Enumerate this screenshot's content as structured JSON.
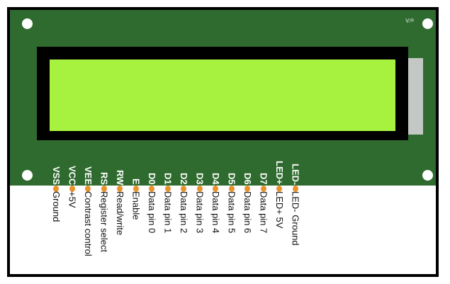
{
  "colors": {
    "pcb_green": "#2f6b2f",
    "lcd_bezel": "#000000",
    "lcd_screen": "#a6f23f",
    "pin_dot": "#e9922b"
  },
  "board_label": "e/A",
  "pins": [
    {
      "code": "VSS",
      "desc": "Ground"
    },
    {
      "code": "VCC",
      "desc": "+5V"
    },
    {
      "code": "VEE",
      "desc": "Contrast control"
    },
    {
      "code": "RS",
      "desc": "Register select"
    },
    {
      "code": "RW",
      "desc": "Read/write"
    },
    {
      "code": "E",
      "desc": "Enable"
    },
    {
      "code": "D0",
      "desc": "Data pin 0"
    },
    {
      "code": "D1",
      "desc": "Data pin 1"
    },
    {
      "code": "D2",
      "desc": "Data pin 2"
    },
    {
      "code": "D3",
      "desc": "Data pin 3"
    },
    {
      "code": "D4",
      "desc": "Data pin 4"
    },
    {
      "code": "D5",
      "desc": "Data pin 5"
    },
    {
      "code": "D6",
      "desc": "Data pin 6"
    },
    {
      "code": "D7",
      "desc": "Data pin 7"
    },
    {
      "code": "LED+",
      "desc": "LED+ 5V"
    },
    {
      "code": "LED-",
      "desc": "LED- Ground"
    }
  ]
}
